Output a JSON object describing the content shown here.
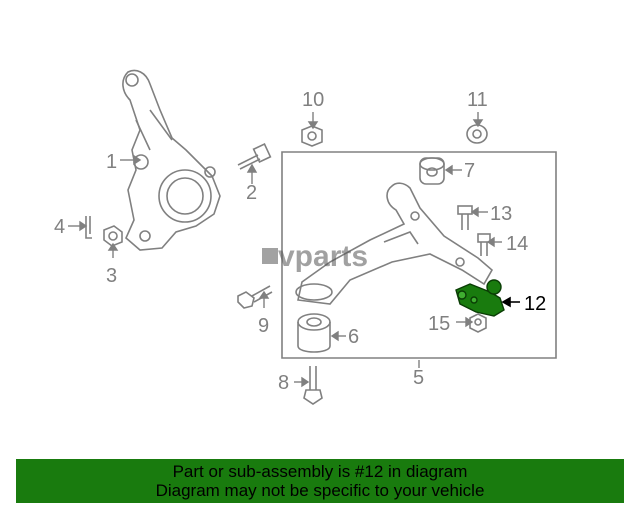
{
  "watermark": "vparts",
  "callouts": {
    "c1": "1",
    "c2": "2",
    "c3": "3",
    "c4": "4",
    "c5": "5",
    "c6": "6",
    "c7": "7",
    "c8": "8",
    "c9": "9",
    "c10": "10",
    "c11": "11",
    "c12": "12",
    "c13": "13",
    "c14": "14",
    "c15": "15"
  },
  "highlight": {
    "part": "12",
    "color": "#197b0e"
  },
  "banner": {
    "line1": "Part or sub-assembly is #12 in diagram",
    "line2": "Diagram may not be specific to your vehicle",
    "color": "#197b0e"
  }
}
